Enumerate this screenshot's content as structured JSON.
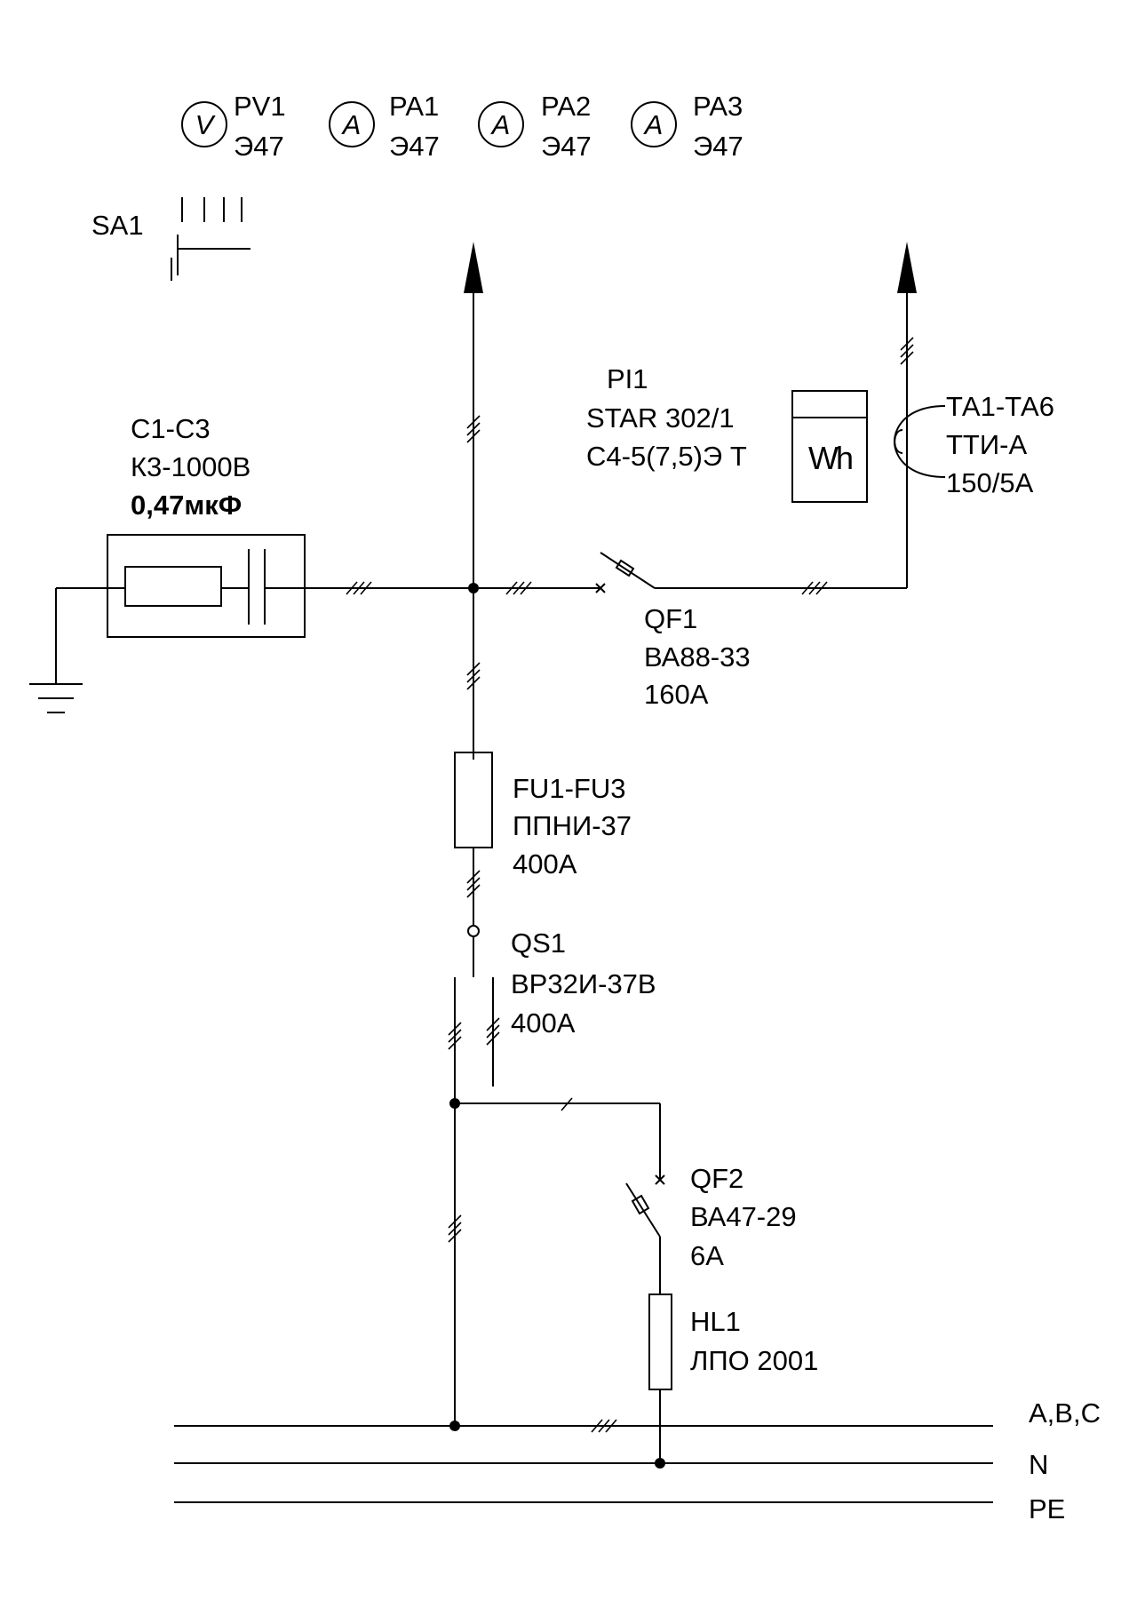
{
  "meters": {
    "pv1": {
      "glyph": "V",
      "name": "PV1",
      "type": "Э47"
    },
    "pa1": {
      "glyph": "A",
      "name": "PA1",
      "type": "Э47"
    },
    "pa2": {
      "glyph": "A",
      "name": "PA2",
      "type": "Э47"
    },
    "pa3": {
      "glyph": "A",
      "name": "PA3",
      "type": "Э47"
    }
  },
  "switch_sa1": {
    "name": "SA1"
  },
  "capacitors": {
    "name": "C1-C3",
    "type": "К3-1000В",
    "value": "0,47мкФ"
  },
  "energy_meter": {
    "name": "PI1",
    "model": "STAR 302/1",
    "spec": "С4-5(7,5)Э Т",
    "glyph": "Wh"
  },
  "current_transformers": {
    "name": "ТА1-ТА6",
    "type": "ТТИ-А",
    "ratio": "150/5А"
  },
  "breaker_qf1": {
    "name": "QF1",
    "type": "ВА88-33",
    "rating": "160А"
  },
  "fuses": {
    "name": "FU1-FU3",
    "type": "ППНИ-37",
    "rating": "400А"
  },
  "disconnector_qs1": {
    "name": "QS1",
    "type": "ВР32И-37В",
    "rating": "400А"
  },
  "breaker_qf2": {
    "name": "QF2",
    "type": "ВА47-29",
    "rating": "6А"
  },
  "lamp_hl1": {
    "name": "HL1",
    "type": "ЛПО 2001"
  },
  "buses": {
    "phases": "А,В,С",
    "neutral": "N",
    "protective": "PE"
  }
}
